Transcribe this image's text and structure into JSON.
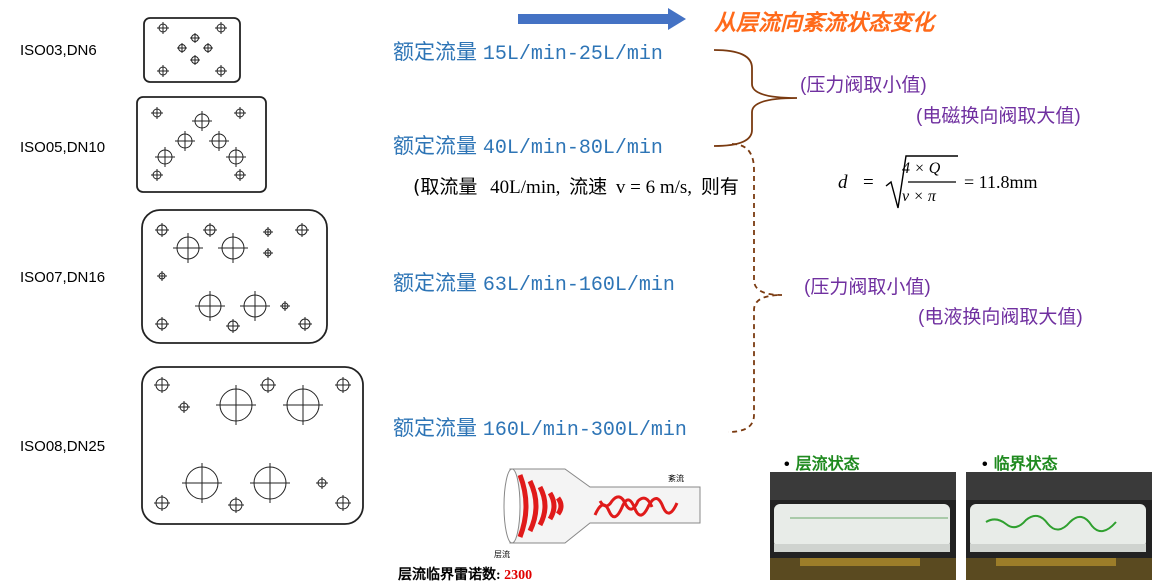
{
  "header": {
    "trend_text": "从层流向紊流状态变化",
    "arrow_color": "#4472c4",
    "trend_color": "#ff6a1a"
  },
  "plates": [
    {
      "label": "ISO03,DN6"
    },
    {
      "label": "ISO05,DN10"
    },
    {
      "label": "ISO07,DN16"
    },
    {
      "label": "ISO08,DN25"
    }
  ],
  "flows": [
    {
      "prefix": "额定流量",
      "range": "15L/min-25L/min"
    },
    {
      "prefix": "额定流量",
      "range": "40L/min-80L/min"
    },
    {
      "prefix": "额定流量",
      "range": "63L/min-160L/min"
    },
    {
      "prefix": "额定流量",
      "range": "160L/min-300L/min"
    }
  ],
  "valves": {
    "group1_a": "(压力阀取小值)",
    "group1_b": "(电磁换向阀取大值)",
    "group2_a": "(压力阀取小值)",
    "group2_b": "(电液换向阀取大值)"
  },
  "formula": {
    "prefix": "(取流量",
    "flow": "40L/min,",
    "speed_label": "流速",
    "speed": "v = 6 m/s,",
    "then": "则有",
    "lhs": "d",
    "eq": "=",
    "numerator": "4 × Q",
    "denominator": "v × π",
    "result": "= 11.8mm"
  },
  "pipe_diagram": {
    "laminar_label": "层流",
    "turbulent_label": "紊流"
  },
  "reynolds": {
    "label": "层流临界雷诺数:",
    "value": "2300"
  },
  "photos": {
    "laminar_title": "层流状态",
    "critical_title": "临界状态"
  }
}
